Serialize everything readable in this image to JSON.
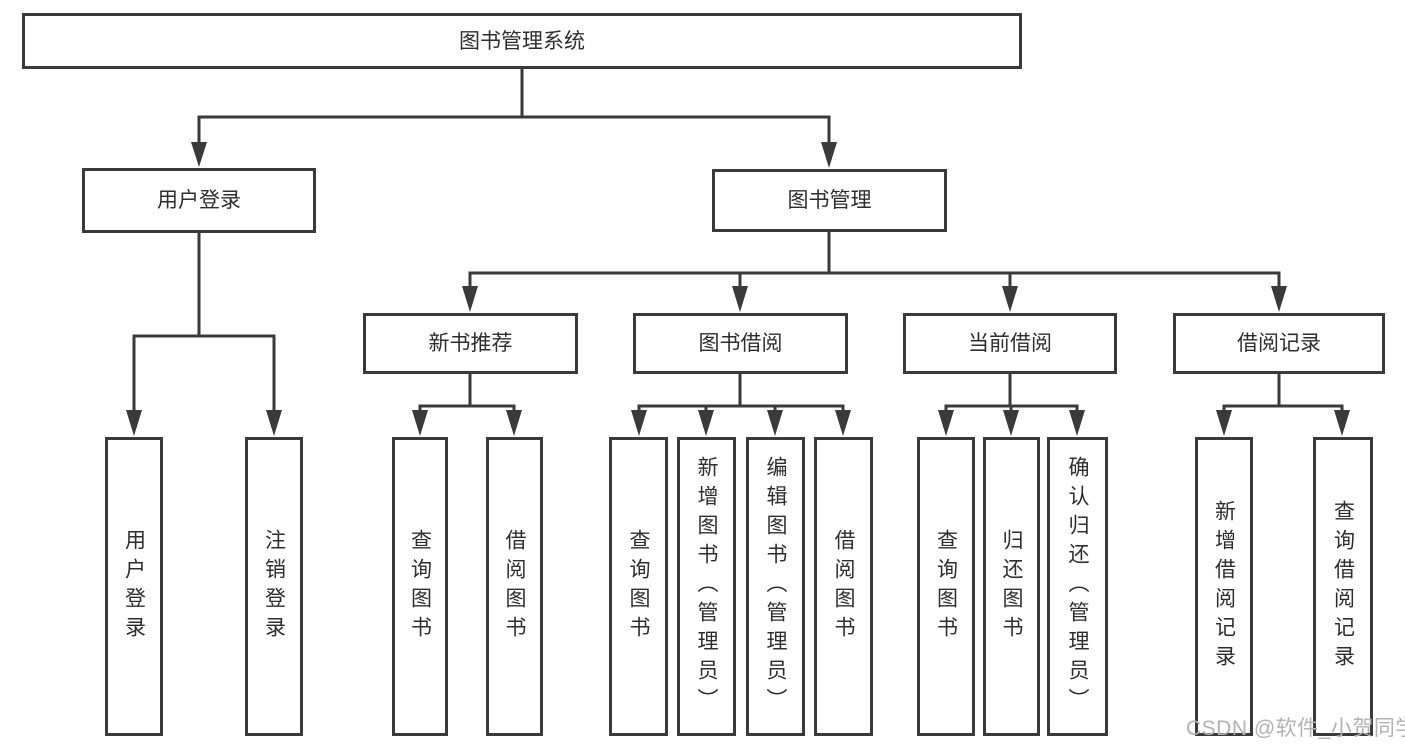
{
  "diagram": {
    "root": "图书管理系统",
    "level2": [
      "用户登录",
      "图书管理"
    ],
    "level3": [
      "新书推荐",
      "图书借阅",
      "当前借阅",
      "借阅记录"
    ],
    "leaves": {
      "user_login": [
        "用户登录",
        "注销登录"
      ],
      "new_book_recommend": [
        "查询图书",
        "借阅图书"
      ],
      "book_borrow": [
        "查询图书",
        "新增图书（管理员）",
        "编辑图书（管理员）",
        "借阅图书"
      ],
      "current_borrow": [
        "查询图书",
        "归还图书",
        "确认归还（管理员）"
      ],
      "borrow_records": [
        "新增借阅记录",
        "查询借阅记录"
      ]
    }
  },
  "watermark": "CSDN @软件_小贺同学",
  "colors": {
    "line": "#3a3a3a",
    "text": "#2e2e2e",
    "watermark": "#b2b2b2",
    "background": "#ffffff"
  }
}
